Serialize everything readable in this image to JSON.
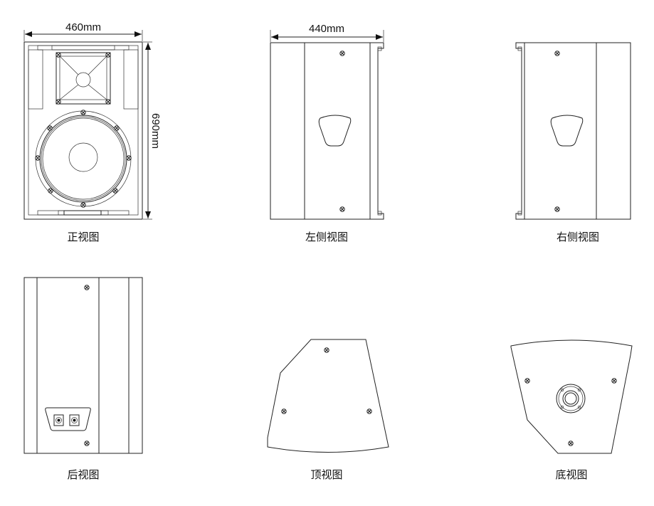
{
  "dimensions": {
    "front_width": "460mm",
    "front_height": "690mm",
    "side_depth": "440mm"
  },
  "views": {
    "front": "正视图",
    "left_side": "左侧视图",
    "right_side": "右侧视图",
    "back": "后视图",
    "top": "顶视图",
    "bottom": "底视图"
  },
  "colors": {
    "line": "#222222",
    "background": "#ffffff"
  }
}
